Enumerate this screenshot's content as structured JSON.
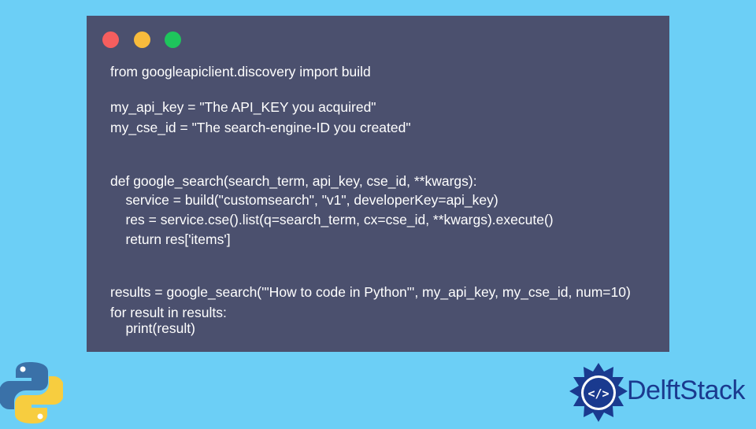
{
  "colors": {
    "background": "#6ccff6",
    "code_window": "#4b506e",
    "code_text": "#ffffff",
    "dot_red": "#f55e5e",
    "dot_yellow": "#f8bb3c",
    "dot_green": "#1ec55c",
    "brand_blue": "#1a3a8f"
  },
  "window_controls": [
    "close-dot",
    "minimize-dot",
    "maximize-dot"
  ],
  "code_lines": [
    "from googleapiclient.discovery import build",
    "my_api_key = \"The API_KEY you acquired\"",
    "my_cse_id = \"The search-engine-ID you created\"",
    "def google_search(search_term, api_key, cse_id, **kwargs):",
    "    service = build(\"customsearch\", \"v1\", developerKey=api_key)",
    "    res = service.cse().list(q=search_term, cx=cse_id, **kwargs).execute()",
    "    return res['items']",
    "results = google_search('\"How to code in Python\"', my_api_key, my_cse_id, num=10)",
    "for result in results:",
    "    print(result)"
  ],
  "brand": {
    "name": "DelftStack",
    "emblem_icon": "code-brackets-icon"
  },
  "python_logo_icon": "python-logo-icon"
}
